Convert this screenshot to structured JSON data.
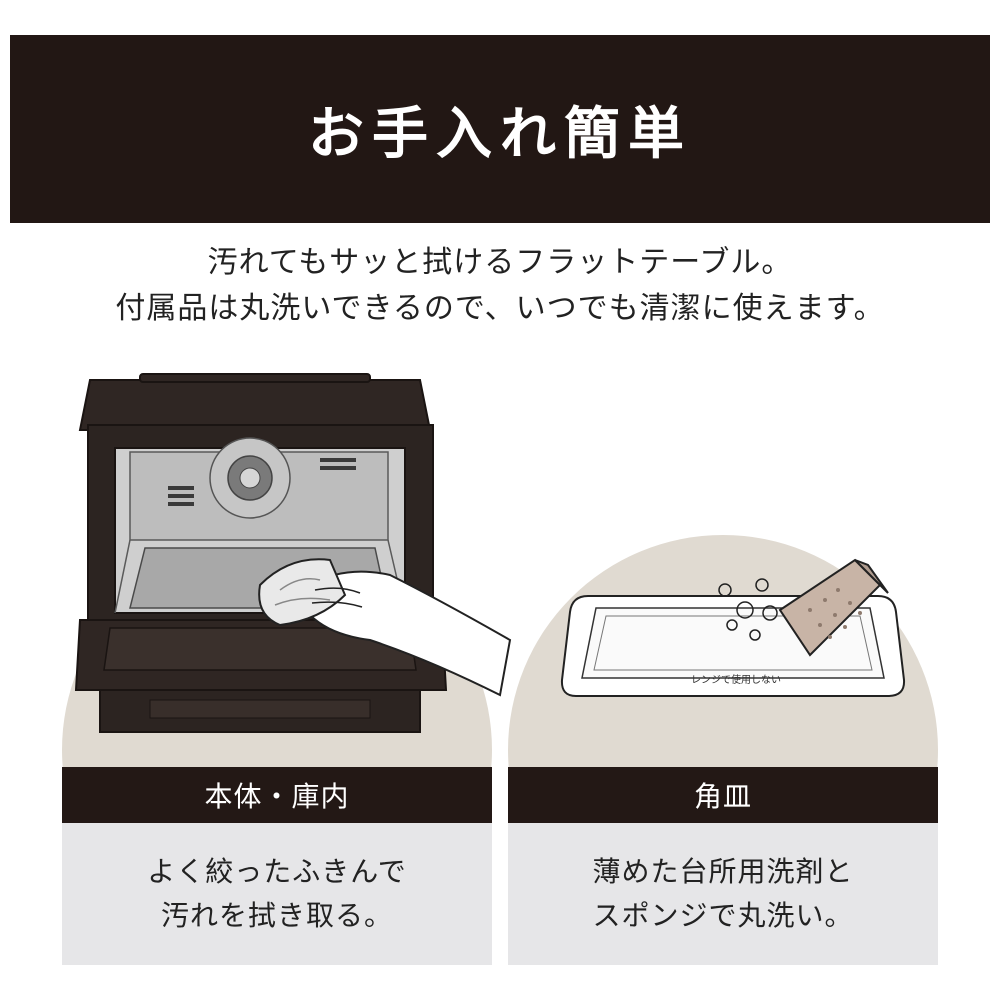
{
  "banner": {
    "title": "お手入れ簡単"
  },
  "lead": {
    "line1": "汚れてもサッと拭けるフラットテーブル。",
    "line2": "付属品は丸洗いできるので、いつでも清潔に使えます。"
  },
  "panels": [
    {
      "caption": "本体・庫内",
      "desc_line1": "よく絞ったふきんで",
      "desc_line2": "汚れを拭き取る。"
    },
    {
      "caption": "角皿",
      "desc_line1": "薄めた台所用洗剤と",
      "desc_line2": "スポンジで丸洗い。"
    }
  ],
  "tray": {
    "stamp_text": "レンジで使用しない"
  },
  "colors": {
    "banner": "#221714",
    "circle": "#e0dad1",
    "desc_bg": "#e6e6e8",
    "oven": "#2c2421"
  },
  "icons": {
    "oven": "oven-illustration",
    "hand": "hand-cloth-illustration",
    "tray": "tray-illustration",
    "sponge": "sponge-illustration"
  }
}
